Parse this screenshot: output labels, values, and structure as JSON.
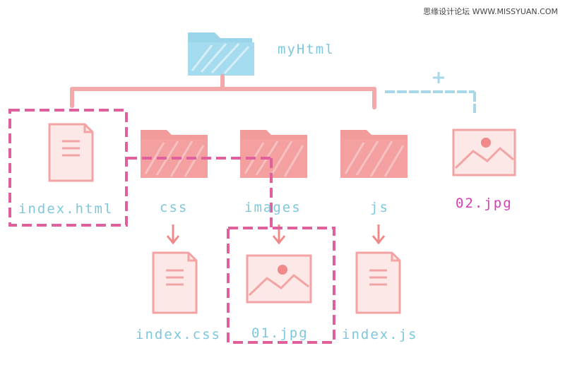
{
  "watermark": "思缘设计论坛 WWW.MISSYUAN.COM",
  "colors": {
    "folder_root": "#8fd0e8",
    "folder_child": "#f08a8a",
    "doc": "#f3a3a3",
    "connector": "#f2a0a0",
    "dashed_highlight": "#e0609e",
    "label_blue": "#7fc7dd",
    "label_pink": "#d43fb4",
    "added_line": "#a8d8e8"
  },
  "tree": {
    "root": {
      "name": "myHtml",
      "icon": "folder-icon"
    },
    "children": [
      {
        "name": "index.html",
        "icon": "document-icon"
      },
      {
        "name": "css",
        "icon": "folder-icon",
        "contains": {
          "name": "index.css",
          "icon": "document-icon"
        }
      },
      {
        "name": "images",
        "icon": "folder-icon",
        "contains": {
          "name": "01.jpg",
          "icon": "image-icon"
        }
      },
      {
        "name": "js",
        "icon": "folder-icon",
        "contains": {
          "name": "index.js",
          "icon": "document-icon"
        }
      },
      {
        "name": "02.jpg",
        "icon": "image-icon"
      }
    ]
  }
}
